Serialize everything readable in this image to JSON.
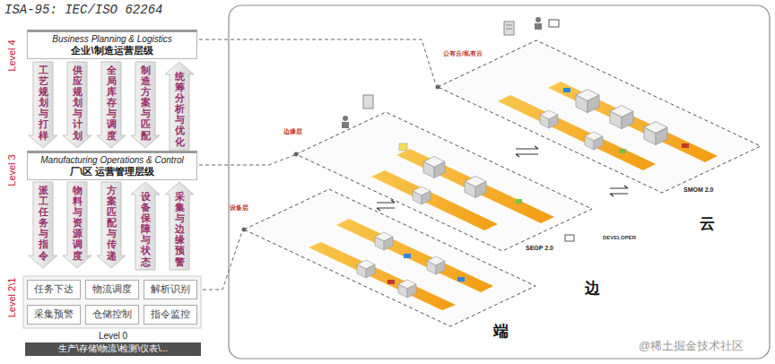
{
  "diagram": {
    "title": "ISA-95: IEC/ISO 62264",
    "nodes": [
      {
        "text": [
          "Business Planning & Logistics",
          "企业\\制造运营层级"
        ]
      },
      {
        "text": [
          "工艺规划与打样"
        ]
      },
      {
        "text": [
          "供应规划与计划"
        ]
      },
      {
        "text": [
          "全局库存与调度"
        ]
      },
      {
        "text": [
          "制造方案与匹配"
        ]
      },
      {
        "text": [
          "统筹分析与优化"
        ]
      },
      {
        "text": [
          "Manufacturing Operations & Control",
          "厂\\区 运营管理层级"
        ]
      },
      {
        "text": [
          "派工任务与指令"
        ]
      },
      {
        "text": [
          "物料与资源调度"
        ]
      },
      {
        "text": [
          "方案匹配与传递"
        ]
      },
      {
        "text": [
          "设备保障与状态"
        ]
      },
      {
        "text": [
          "采集与边缘预警"
        ]
      },
      {
        "text": [
          "任务下达"
        ]
      },
      {
        "text": [
          "物流调度"
        ]
      },
      {
        "text": [
          "解析识别"
        ]
      },
      {
        "text": [
          "采集预警"
        ]
      },
      {
        "text": [
          "仓储控制"
        ]
      },
      {
        "text": [
          "指令监控"
        ]
      },
      {
        "text": [
          "Level 0",
          "生产\\存储\\物流\\检测\\仪表\\..."
        ]
      }
    ],
    "labels": [
      "Level 4",
      "Level 3",
      "Level 2\\1",
      "公有云/私有云",
      "边缘层",
      "设备层",
      "SMOM 2.0",
      "SEGP 2.0",
      "DEVELOPER",
      "云",
      "边",
      "端",
      "@稀土掘金技术社区"
    ]
  }
}
